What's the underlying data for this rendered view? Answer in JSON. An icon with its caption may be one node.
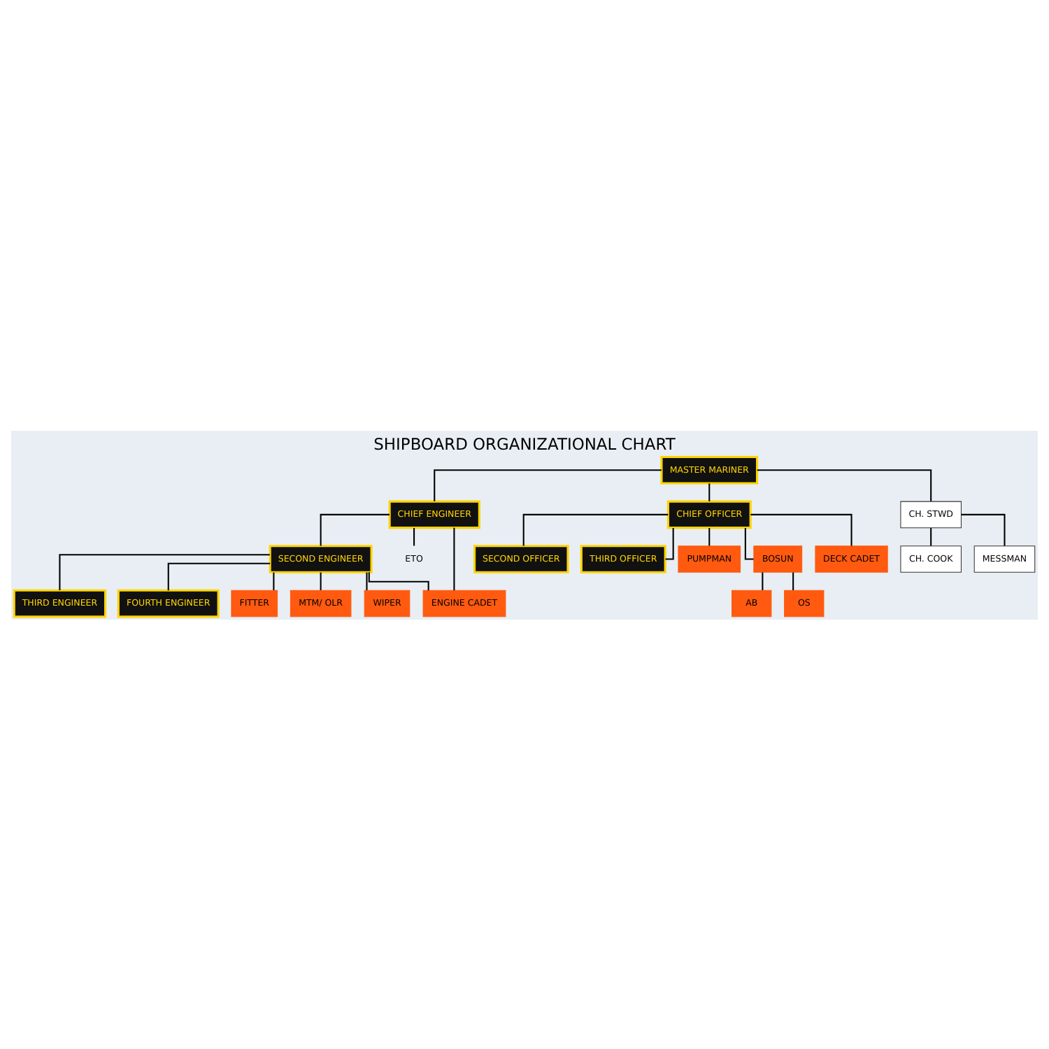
{
  "diagram": {
    "title": "SHIPBOARD ORGANIZATIONAL CHART",
    "nodes": [
      {
        "text": [
          "MASTER MARINER"
        ]
      },
      {
        "text": [
          "CHIEF ENGINEER"
        ]
      },
      {
        "text": [
          "SECOND ENGINEER"
        ]
      },
      {
        "text": [
          "ETO"
        ]
      },
      {
        "text": [
          "THIRD ENGINEER"
        ]
      },
      {
        "text": [
          "FOURTH ENGINEER"
        ]
      },
      {
        "text": [
          "FITTER"
        ]
      },
      {
        "text": [
          "MTM/ OLR"
        ]
      },
      {
        "text": [
          "WIPER"
        ]
      },
      {
        "text": [
          "ENGINE CADET"
        ]
      },
      {
        "text": [
          "CHIEF OFFICER"
        ]
      },
      {
        "text": [
          "SECOND OFFICER"
        ]
      },
      {
        "text": [
          "THIRD OFFICER"
        ]
      },
      {
        "text": [
          "PUMPMAN"
        ]
      },
      {
        "text": [
          "BOSUN"
        ]
      },
      {
        "text": [
          "AB"
        ]
      },
      {
        "text": [
          "OS"
        ]
      },
      {
        "text": [
          "DECK CADET"
        ]
      },
      {
        "text": [
          "CH. STWD"
        ]
      },
      {
        "text": [
          "CH. COOK"
        ]
      },
      {
        "text": [
          "MESSMAN"
        ]
      }
    ],
    "edges": [
      {
        "from": 0,
        "to": 1,
        "arrow": "none"
      },
      {
        "from": 0,
        "to": 10,
        "arrow": "none"
      },
      {
        "from": 0,
        "to": 18,
        "arrow": "none"
      },
      {
        "from": 1,
        "to": 2,
        "arrow": "none"
      },
      {
        "from": 1,
        "to": 3,
        "arrow": "none"
      },
      {
        "from": 1,
        "to": 9,
        "arrow": "none"
      },
      {
        "from": 2,
        "to": 4,
        "arrow": "none"
      },
      {
        "from": 2,
        "to": 5,
        "arrow": "none"
      },
      {
        "from": 2,
        "to": 6,
        "arrow": "none"
      },
      {
        "from": 2,
        "to": 7,
        "arrow": "none"
      },
      {
        "from": 2,
        "to": 8,
        "arrow": "none"
      },
      {
        "from": 2,
        "to": 9,
        "arrow": "none"
      },
      {
        "from": 10,
        "to": 11,
        "arrow": "none"
      },
      {
        "from": 10,
        "to": 12,
        "arrow": "none"
      },
      {
        "from": 10,
        "to": 14,
        "arrow": "none"
      },
      {
        "from": 10,
        "to": 17,
        "arrow": "none"
      },
      {
        "from": 10,
        "to": 13,
        "arrow": "none"
      },
      {
        "from": 14,
        "to": 15,
        "arrow": "none"
      },
      {
        "from": 14,
        "to": 16,
        "arrow": "none"
      },
      {
        "from": 18,
        "to": 19,
        "arrow": "none"
      },
      {
        "from": 18,
        "to": 20,
        "arrow": "none"
      }
    ]
  }
}
